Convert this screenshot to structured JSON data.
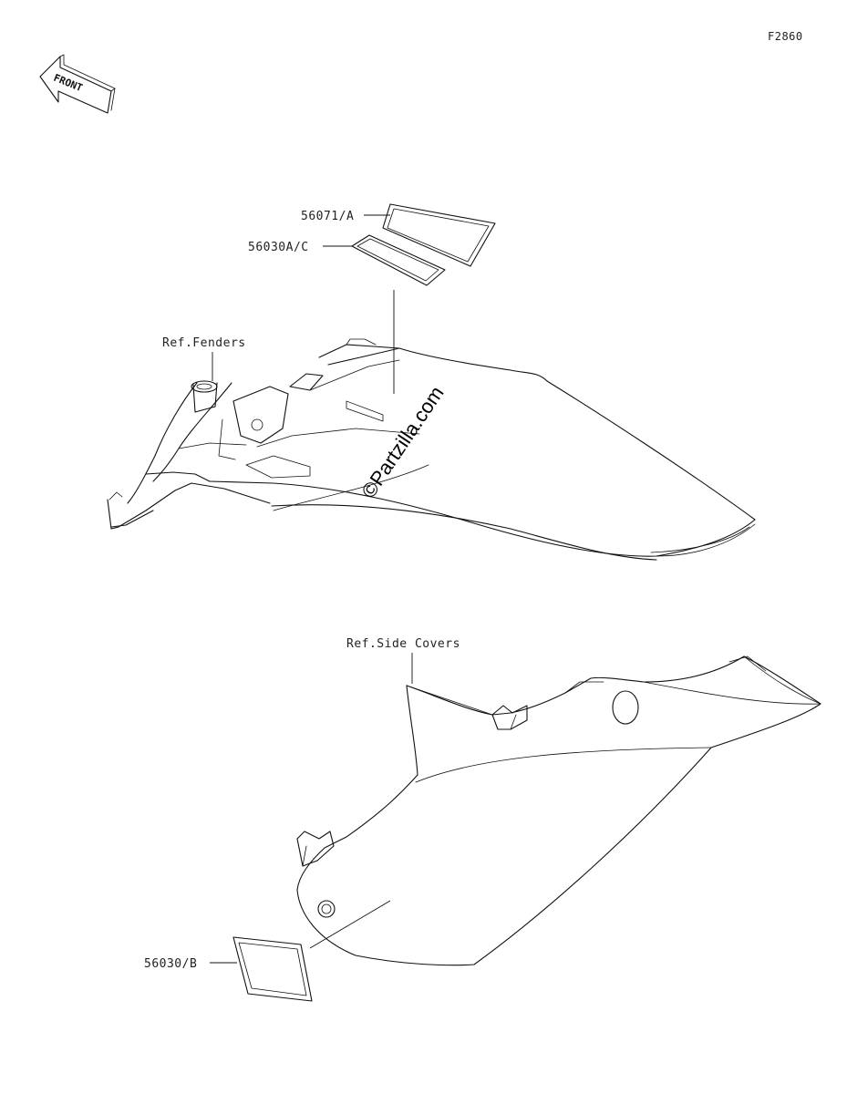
{
  "diagram_code": "F2860",
  "front_arrow": {
    "icon": "front-arrow-icon",
    "label": "FRONT"
  },
  "watermark": "©Partzilla.com",
  "labels": {
    "part_56071": "56071/A",
    "part_56030ac": "56030A/C",
    "ref_fenders": "Ref.Fenders",
    "ref_side_covers": "Ref.Side Covers",
    "part_56030b": "56030/B"
  },
  "colors": {
    "ink": "#111111",
    "background": "#ffffff"
  }
}
